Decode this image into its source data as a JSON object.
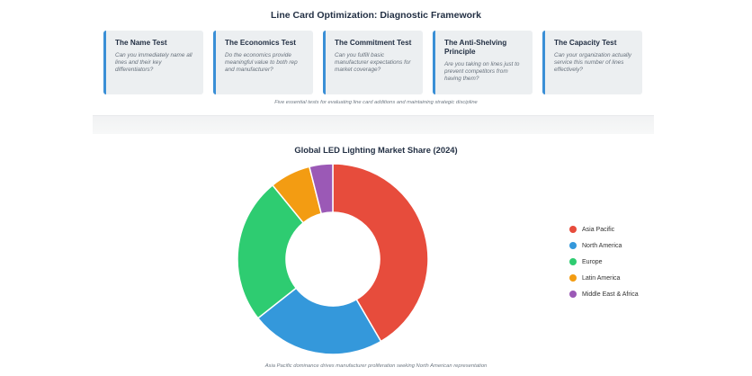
{
  "framework": {
    "title": "Line Card Optimization: Diagnostic Framework",
    "cards": [
      {
        "title": "The Name Test",
        "text": "Can you immediately name all lines and their key differentiators?"
      },
      {
        "title": "The Economics Test",
        "text": "Do the economics provide meaningful value to both rep and manufacturer?"
      },
      {
        "title": "The Commitment Test",
        "text": "Can you fulfill basic manufacturer expectations for market coverage?"
      },
      {
        "title": "The Anti-Shelving Principle",
        "text": "Are you taking on lines just to prevent competitors from having them?"
      },
      {
        "title": "The Capacity Test",
        "text": "Can your organization actually service this number of lines effectively?"
      }
    ],
    "caption": "Five essential tests for evaluating line card additions and maintaining strategic discipline"
  },
  "chart_data": {
    "type": "pie",
    "title": "Global LED Lighting Market Share (2024)",
    "categories": [
      "Asia Pacific",
      "North America",
      "Europe",
      "Latin America",
      "Middle East & Africa"
    ],
    "values": [
      42,
      23,
      25,
      7,
      4
    ],
    "colors": [
      "#e74c3c",
      "#3498db",
      "#2ecc71",
      "#f39c12",
      "#9b59b6"
    ],
    "legend_position": "right",
    "donut": true,
    "caption": "Asia Pacific dominance drives manufacturer proliferation seeking North American representation"
  }
}
